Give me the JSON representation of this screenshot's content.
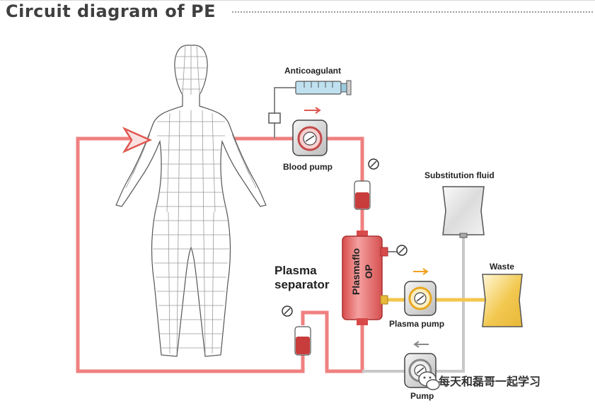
{
  "header": {
    "title": "Circuit diagram of PE"
  },
  "labels": {
    "anticoagulant": "Anticoagulant",
    "blood_pump": "Blood pump",
    "substitution_fluid": "Substitution fluid",
    "waste": "Waste",
    "plasma_separator_line1": "Plasma",
    "plasma_separator_line2": "separator",
    "filter_line1": "Plasmaflo",
    "filter_line2": "OP",
    "plasma_pump": "Plasma pump",
    "pump": "Pump"
  },
  "watermark": {
    "text": "每天和磊哥一起学习"
  },
  "colors": {
    "blood_line": "#f08080",
    "plasma_line": "#f4c64a",
    "fluid_line": "#c8c8c8",
    "arrow_red": "#e0574f",
    "arrow_orange": "#f0a020"
  }
}
